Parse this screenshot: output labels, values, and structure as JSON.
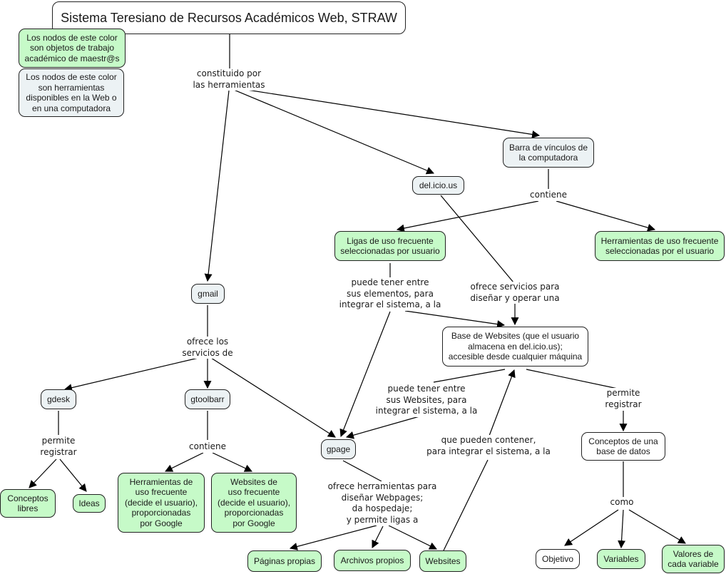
{
  "map_title": "Sistema Teresiano de Recursos Académicos Web, STRAW",
  "colors": {
    "academic_work_node": "#c6fac8",
    "tool_node": "#ecf2f4",
    "plain_node": "#ffffff",
    "line": "#000000"
  },
  "legend": {
    "green": "Los nodos de este color\nson objetos de trabajo\nacadémico de maestr@s",
    "tool": "Los nodos de este color\nson herramientas\ndisponibles en la Web o\nen una computadora"
  },
  "nodes": {
    "gmail": "gmail",
    "delicious": "del.icio.us",
    "barra": "Barra de vínculos de\nla computadora",
    "ligas": "Ligas de uso frecuente\nseleccionadas por usuario",
    "herr_usuario": "Herramientas de uso frecuente\nseleccionadas por el usuario",
    "base_websites": "Base de Websites (que el usuario\nalmacena en del.icio.us);\naccesible desde cualquier máquina",
    "gdesk": "gdesk",
    "gtoolbarr": "gtoolbarr",
    "gpage": "gpage",
    "conceptos_libres": "Conceptos\nlibres",
    "ideas": "Ideas",
    "herr_google": "Herramientas de\nuso frecuente\n(decide el usuario),\nproporcionadas\npor Google",
    "websites_google": "Websites de\nuso frecuente\n(decide el usuario),\nproporcionadas\npor Google",
    "conceptos_bd": "Conceptos de una\nbase de datos",
    "paginas": "Páginas propias",
    "archivos": "Archivos propios",
    "websites": "Websites",
    "objetivo": "Objetivo",
    "variables": "Variables",
    "valores": "Valores de\ncada variable"
  },
  "links": {
    "constituido": "constituido por\nlas herramientas",
    "contiene_barra": "contiene",
    "puede_tener_elementos": "puede tener entre\nsus elementos, para\nintegrar el sistema, a la",
    "ofrece_servicios": "ofrece servicios para\ndiseñar y operar una",
    "ofrece_los": "ofrece los\nservicios de",
    "puede_tener_websites": "puede tener entre\nsus Websites, para\nintegrar el sistema, a la",
    "permite_registrar_base": "permite\nregistrar",
    "permite_registrar_gdesk": "permite\nregistrar",
    "contiene_gtoolbarr": "contiene",
    "que_pueden": "que pueden contener,\npara integrar el sistema, a la",
    "ofrece_herramientas": "ofrece herramientas para\ndiseñar Webpages;\nda hospedaje;\ny permite ligas a",
    "como": "como"
  }
}
